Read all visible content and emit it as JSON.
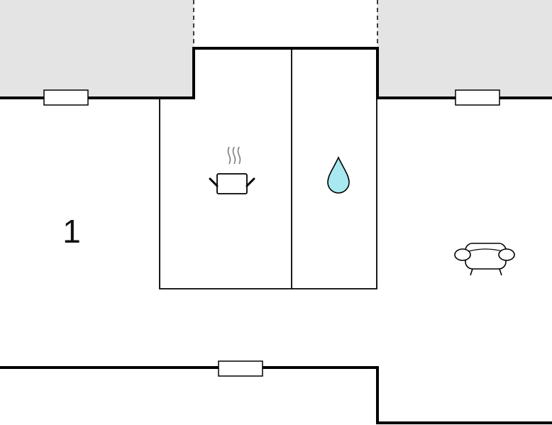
{
  "floorplan": {
    "rooms": [
      {
        "id": "room-1",
        "label": "1"
      }
    ],
    "icons": [
      {
        "name": "cooking-pot-icon",
        "meaning": "kitchen"
      },
      {
        "name": "water-drop-icon",
        "meaning": "bathroom"
      },
      {
        "name": "sofa-icon",
        "meaning": "living area"
      }
    ],
    "colors": {
      "wall": "#000000",
      "outside_area": "#e4e4e4",
      "water_drop": "#a8e8f0"
    }
  }
}
